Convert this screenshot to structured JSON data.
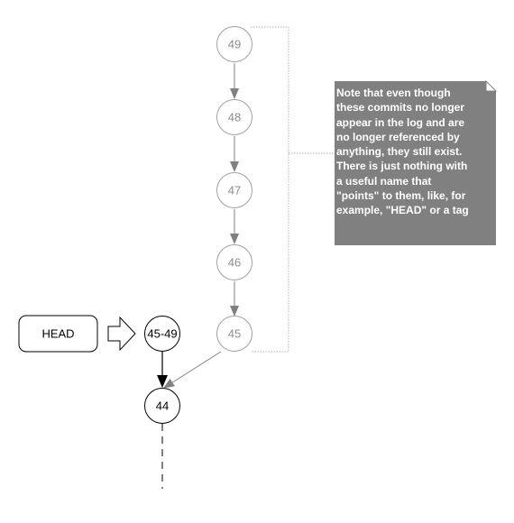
{
  "ghost_commits": [
    "49",
    "48",
    "47",
    "46",
    "45"
  ],
  "head_label": "HEAD",
  "squashed_commit": "45-49",
  "parent_commit": "44",
  "note_lines": [
    "Note that even though",
    "these commits no longer",
    "appear in the log and are",
    "no longer referenced by",
    "anything, they still exist.",
    "There is just nothing with",
    "a useful name that",
    "\"points\" to them, like, for",
    "example, \"HEAD\" or a tag"
  ],
  "colors": {
    "ghost_stroke": "#a0a0a0",
    "ghost_text": "#8c8c8c",
    "note_fill": "#808080",
    "solid": "#000000"
  }
}
